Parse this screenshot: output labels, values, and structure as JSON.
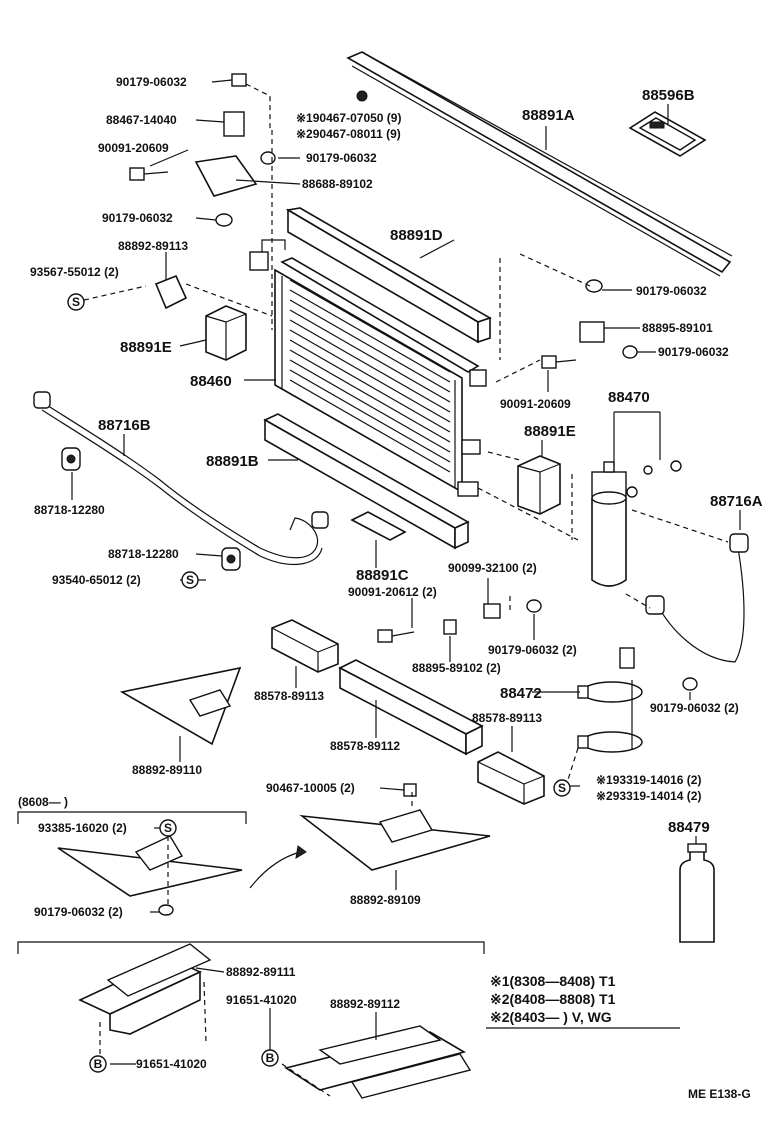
{
  "labels": {
    "l01": "90179-06032",
    "l02": "88467-14040",
    "l03": "※190467-07050 (9)",
    "l04": "※290467-08011 (9)",
    "l05": "90091-20609",
    "l06": "90179-06032",
    "l07": "88688-89102",
    "l08": "90179-06032",
    "l09": "88892-89113",
    "l10": "93567-55012 (2)",
    "l11": "88891A",
    "l12": "88596B",
    "l13": "88891D",
    "l14": "90179-06032",
    "l15": "88895-89101",
    "l16": "90179-06032",
    "l17": "88891E",
    "l18": "88460",
    "l19": "90091-20609",
    "l20": "88470",
    "l21": "88716B",
    "l22": "88891E",
    "l23": "88891B",
    "l24": "88716A",
    "l25": "88718-12280",
    "l26": "88718-12280",
    "l27": "93540-65012 (2)",
    "l28": "88891C",
    "l29": "90099-32100 (2)",
    "l30": "90091-20612 (2)",
    "l31": "90179-06032 (2)",
    "l32": "88895-89102 (2)",
    "l33": "88578-89113",
    "l34": "88472",
    "l35": "90179-06032 (2)",
    "l36": "88578-89112",
    "l37": "88578-89113",
    "l38": "88892-89110",
    "l39": "90467-10005 (2)",
    "l40": "※193319-14016 (2)",
    "l41": "※293319-14014 (2)",
    "l42": "(8608—        )",
    "l43": "93385-16020 (2)",
    "l44": "88479",
    "l45": "90179-06032 (2)",
    "l46": "88892-89109",
    "l47": "88892-89111",
    "l48": "91651-41020",
    "l49": "88892-89112",
    "l50": "91651-41020",
    "l51": "ME  E138-G"
  },
  "symbols": {
    "s": "S",
    "b": "B"
  },
  "notes": [
    "※1(8308—8408) T1",
    "※2(8408—8808) T1",
    "※2(8403—        ) V, WG"
  ]
}
